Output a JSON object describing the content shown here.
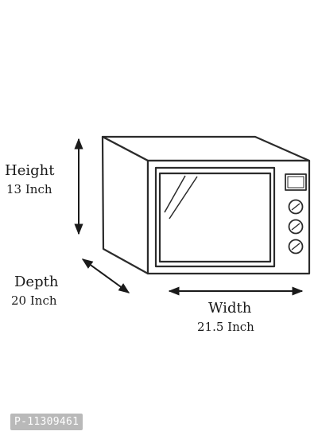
{
  "dimensions": {
    "height": {
      "title": "Height",
      "value": "13 Inch"
    },
    "depth": {
      "title": "Depth",
      "value": "20 Inch"
    },
    "width": {
      "title": "Width",
      "value": "21.5 Inch"
    }
  },
  "product_code": "P-11309461",
  "colors": {
    "line": "#2b2b2b",
    "background": "#ffffff",
    "tag_background": "#b9b9b9",
    "tag_text": "#ffffff"
  },
  "icons": [
    "microwave-illustration",
    "double-arrow-icon"
  ]
}
